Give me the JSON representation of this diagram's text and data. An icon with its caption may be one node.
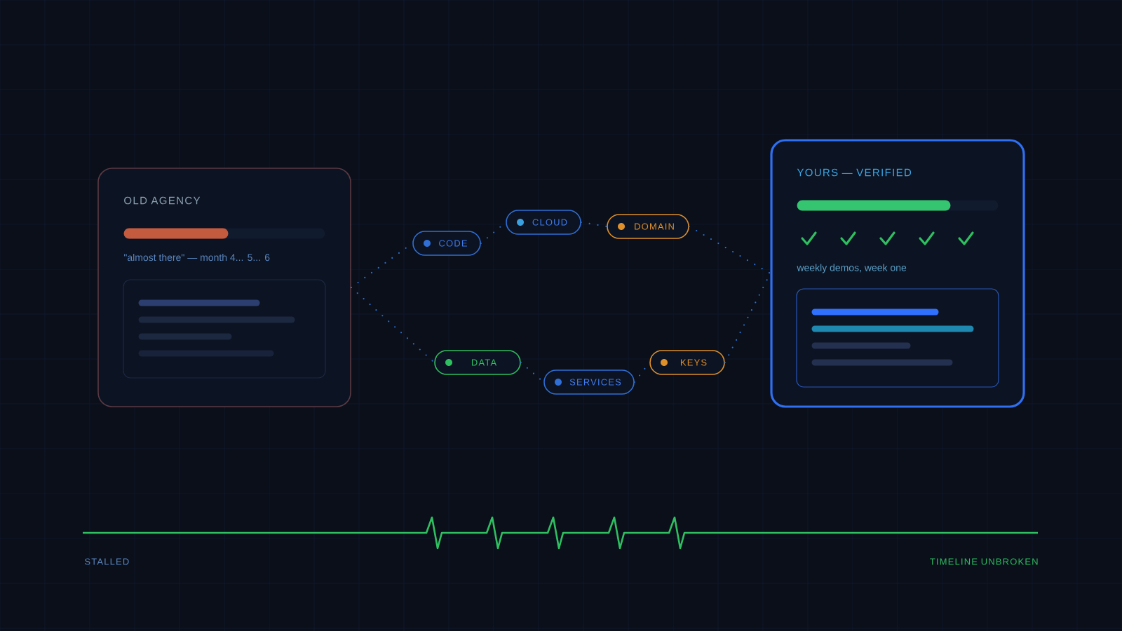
{
  "diagram": {
    "nodes": [
      {
        "text": [
          "OLD AGENCY",
          "\"almost there\" — month 4... 5... 6"
        ]
      },
      {
        "text": [
          "CODE"
        ]
      },
      {
        "text": [
          "CLOUD"
        ]
      },
      {
        "text": [
          "DOMAIN"
        ]
      },
      {
        "text": [
          "DATA"
        ]
      },
      {
        "text": [
          "SERVICES"
        ]
      },
      {
        "text": [
          "KEYS"
        ]
      },
      {
        "text": [
          "YOURS — VERIFIED",
          "weekly demos, week one"
        ]
      }
    ],
    "edges": [
      {
        "from": 0,
        "to": 1,
        "arrow": "none",
        "style": "dashed"
      },
      {
        "from": 1,
        "to": 2,
        "arrow": "none",
        "style": "dashed"
      },
      {
        "from": 2,
        "to": 3,
        "arrow": "none",
        "style": "dashed"
      },
      {
        "from": 3,
        "to": 7,
        "arrow": "none",
        "style": "dashed"
      },
      {
        "from": 0,
        "to": 4,
        "arrow": "none",
        "style": "dashed"
      },
      {
        "from": 4,
        "to": 5,
        "arrow": "none",
        "style": "dashed"
      },
      {
        "from": 5,
        "to": 6,
        "arrow": "none",
        "style": "dashed"
      },
      {
        "from": 6,
        "to": 7,
        "arrow": "none",
        "style": "dashed"
      }
    ],
    "labels": [
      "STALLED",
      "TIMELINE UNBROKEN"
    ]
  }
}
